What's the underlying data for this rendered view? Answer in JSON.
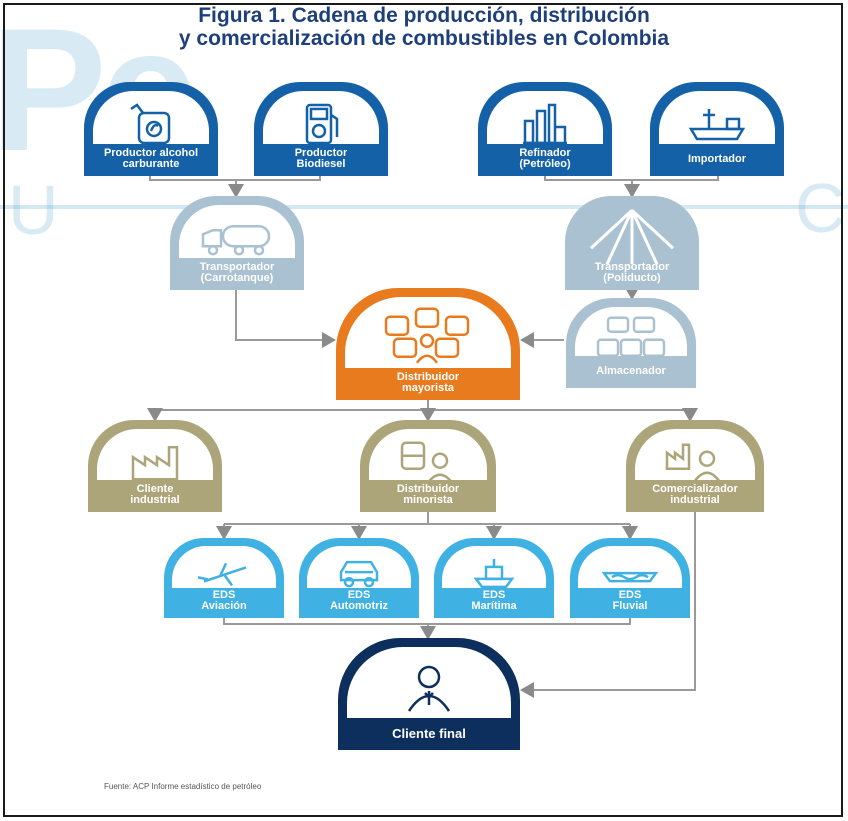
{
  "title": {
    "line1": "Figura 1. Cadena de producción, distribución",
    "line2": "y comercialización de combustibles en Colombia"
  },
  "nodes": {
    "productor_alcohol": {
      "line1": "Productor alcohol",
      "line2": "carburante"
    },
    "productor_biodiesel": {
      "line1": "Productor",
      "line2": "Biodiesel"
    },
    "refinador": {
      "line1": "Refinador",
      "line2": "(Petróleo)"
    },
    "importador": {
      "line1": "Importador",
      "line2": ""
    },
    "transportador_carrotanque": {
      "line1": "Transportador",
      "line2": "(Carrotanque)"
    },
    "transportador_poliducto": {
      "line1": "Transportador",
      "line2": "(Poliducto)"
    },
    "distribuidor_mayorista": {
      "line1": "Distribuidor",
      "line2": "mayorista"
    },
    "almacenador": {
      "line1": "Almacenador",
      "line2": ""
    },
    "cliente_industrial": {
      "line1": "Cliente",
      "line2": "industrial"
    },
    "distribuidor_minorista": {
      "line1": "Distribuidor",
      "line2": "minorista"
    },
    "comercializador_industrial": {
      "line1": "Comercializador",
      "line2": "industrial"
    },
    "eds_aviacion": {
      "line1": "EDS",
      "line2": "Aviación"
    },
    "eds_automotriz": {
      "line1": "EDS",
      "line2": "Automotriz"
    },
    "eds_maritima": {
      "line1": "EDS",
      "line2": "Marítima"
    },
    "eds_fluvial": {
      "line1": "EDS",
      "line2": "Fluvial"
    },
    "cliente_final": {
      "line1": "Cliente final",
      "line2": ""
    }
  },
  "source": "Fuente: ACP Informe estadístico de petróleo",
  "colors": {
    "producer_blue": "#1461a8",
    "transport_grey": "#a9c1d1",
    "wholesale_orange": "#e87b1e",
    "industrial_olive": "#ada57a",
    "station_cyan": "#40b1e3",
    "final_navy": "#0d2f5e",
    "title_blue": "#1d3f7a"
  }
}
